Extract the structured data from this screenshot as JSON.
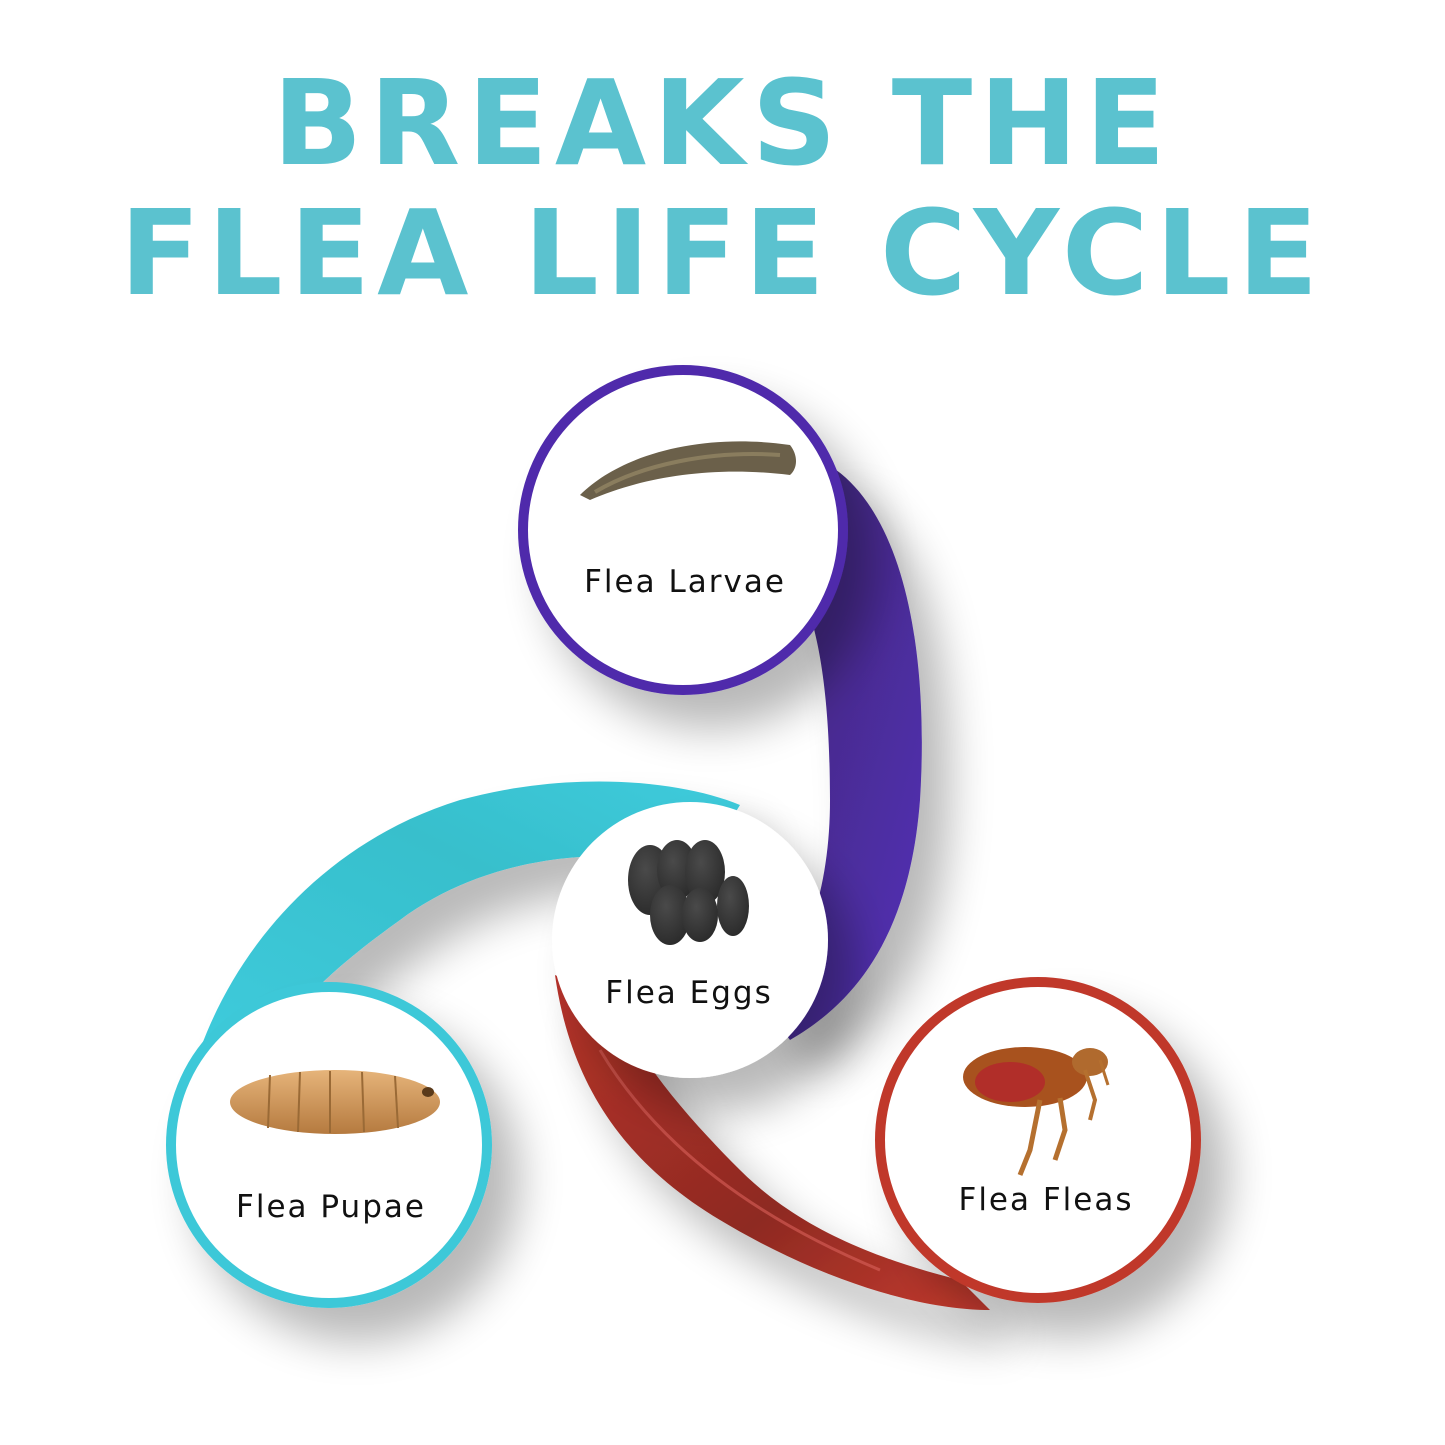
{
  "title": {
    "line1": "BREAKS THE",
    "line2": "FLEA LIFE CYCLE"
  },
  "stages": {
    "larvae": {
      "label": "Flea Larvae",
      "ring_color": "#4f2bab",
      "icon": "larva-icon"
    },
    "eggs": {
      "label": "Flea Eggs",
      "icon": "eggs-icon"
    },
    "pupae": {
      "label": "Flea Pupae",
      "ring_color": "#3ec8d8",
      "icon": "pupa-icon"
    },
    "fleas": {
      "label": "Flea Fleas",
      "ring_color": "#c0392b",
      "icon": "flea-icon"
    }
  },
  "colors": {
    "title": "#5bc2cf",
    "purple_arm": "#4f2bab",
    "cyan_arm": "#3ec8d8",
    "red_arm": "#b8332a"
  }
}
